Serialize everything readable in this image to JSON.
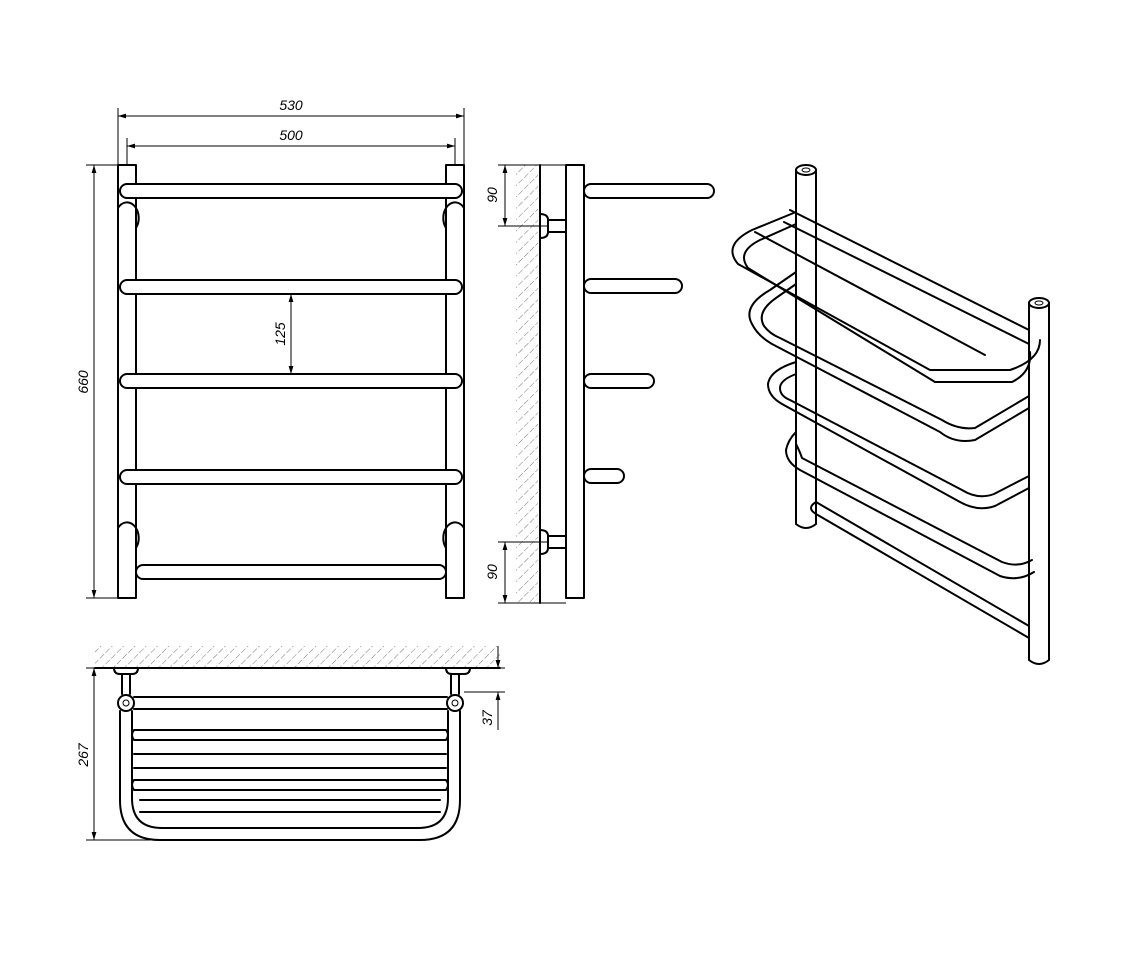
{
  "dimensions": {
    "overall_width": "530",
    "rail_width": "500",
    "height": "660",
    "bar_spacing": "125",
    "top_mount_offset": "90",
    "bottom_mount_offset": "90",
    "depth": "267",
    "wall_gap": "37"
  }
}
